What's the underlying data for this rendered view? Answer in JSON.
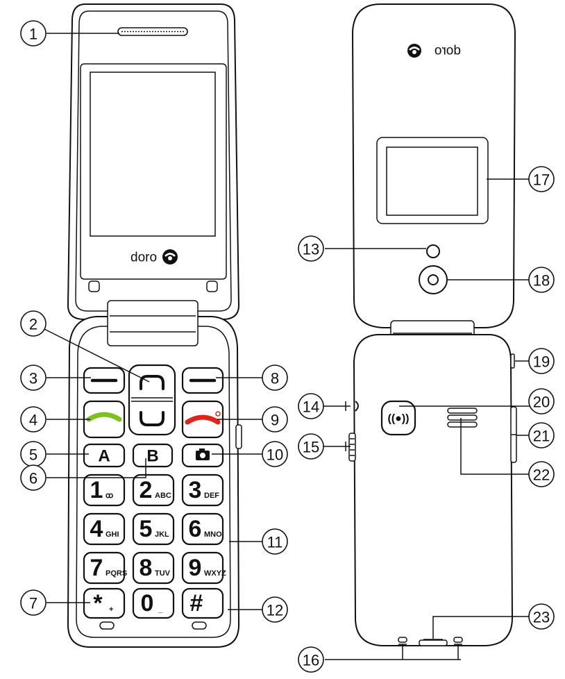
{
  "brand": {
    "front_logo": "doro",
    "back_logo": "doro"
  },
  "keypad": {
    "letter_keys": [
      "A",
      "B"
    ],
    "digit_keys": [
      {
        "digit": "1",
        "sub": "ꝏ"
      },
      {
        "digit": "2",
        "sub": "ABC"
      },
      {
        "digit": "3",
        "sub": "DEF"
      },
      {
        "digit": "4",
        "sub": "GHI"
      },
      {
        "digit": "5",
        "sub": "JKL"
      },
      {
        "digit": "6",
        "sub": "MNO"
      },
      {
        "digit": "7",
        "sub": "PQRS"
      },
      {
        "digit": "8",
        "sub": "TUV"
      },
      {
        "digit": "9",
        "sub": "WXYZ"
      }
    ],
    "bottom_keys": [
      {
        "digit": "*",
        "sub": "+"
      },
      {
        "digit": "0",
        "sub": "_"
      },
      {
        "digit": "#",
        "sub": ""
      }
    ]
  },
  "callouts": [
    "1",
    "2",
    "3",
    "4",
    "5",
    "6",
    "7",
    "8",
    "9",
    "10",
    "11",
    "12",
    "13",
    "14",
    "15",
    "16",
    "17",
    "18",
    "19",
    "20",
    "21",
    "22",
    "23"
  ],
  "colors": {
    "call_key_green": "#7dc01f",
    "end_key_red": "#e2231a",
    "line": "#111111"
  }
}
